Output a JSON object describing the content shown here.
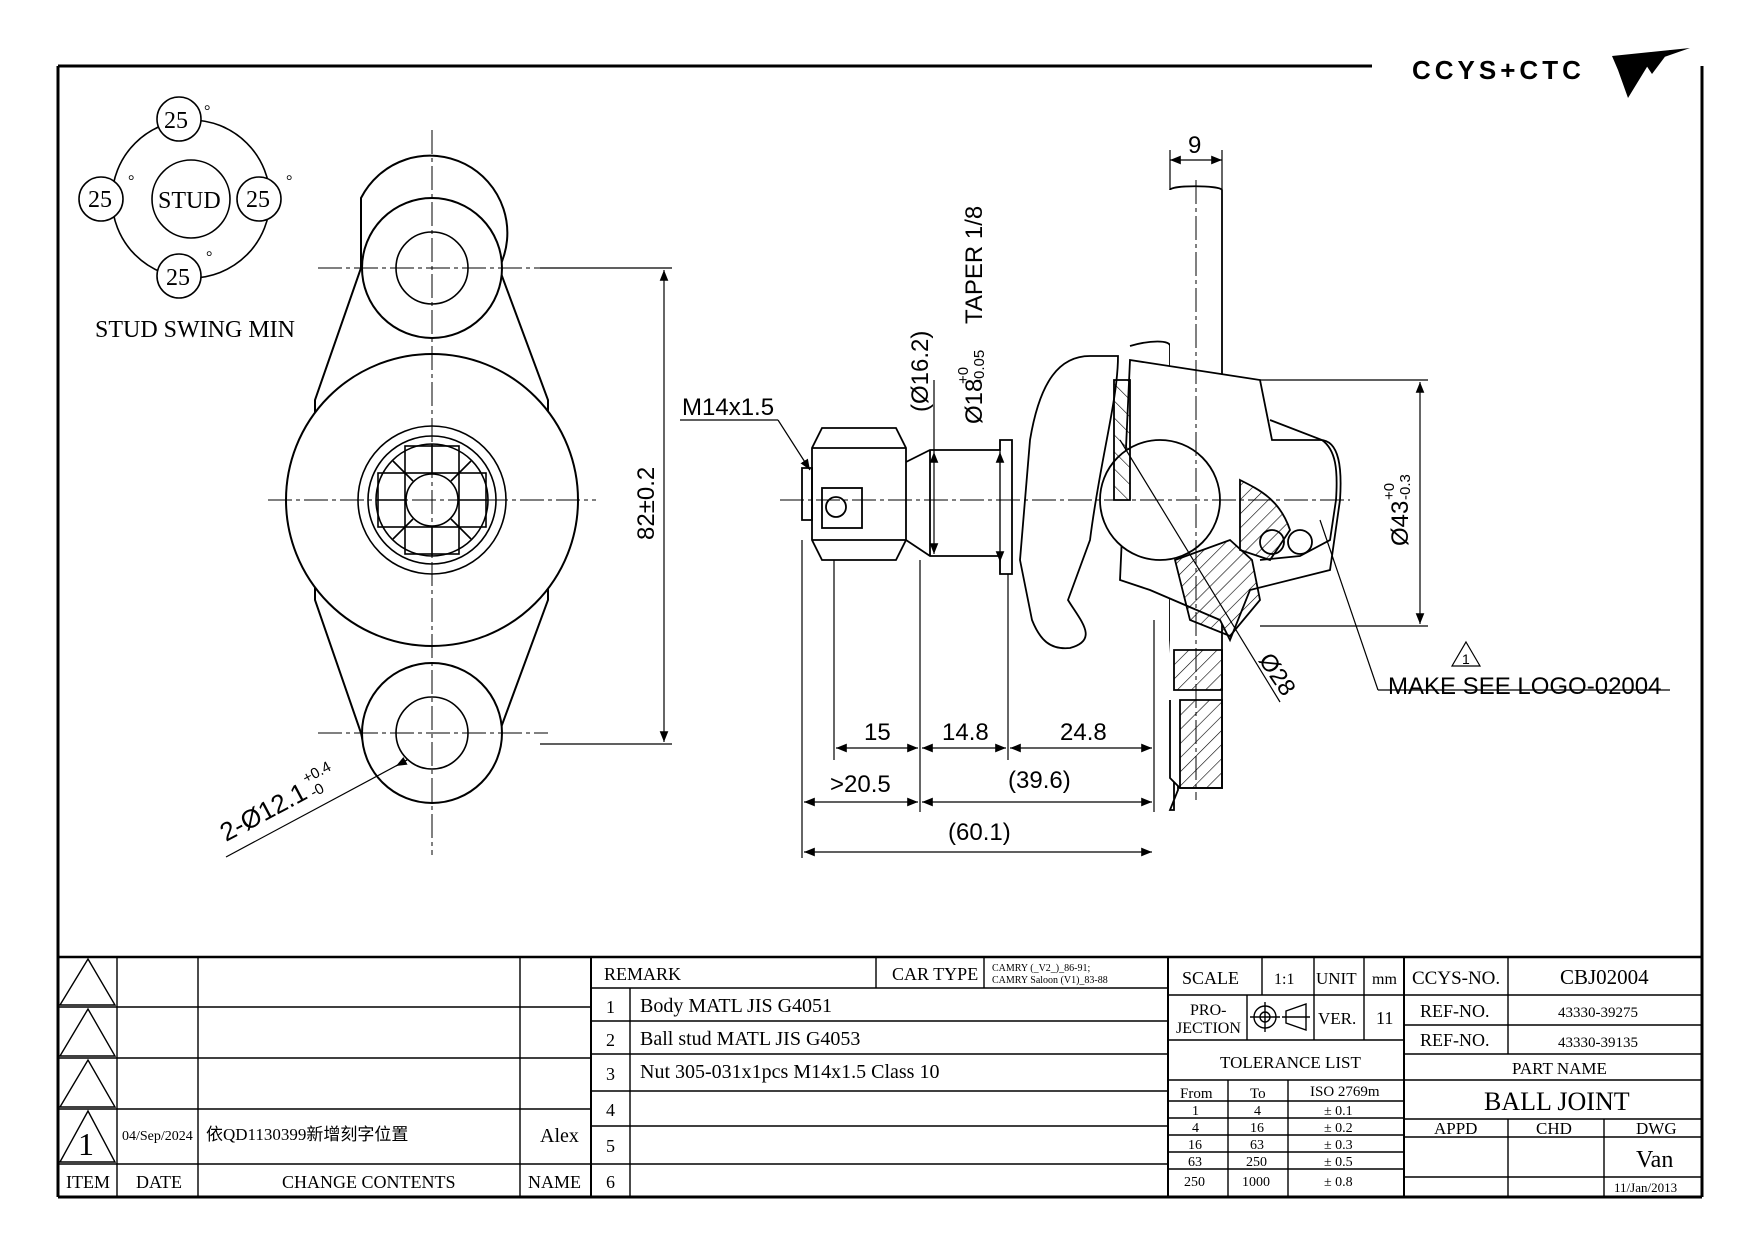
{
  "logo": {
    "text": "CCYS+CTC"
  },
  "swing": {
    "top": "25",
    "left": "25",
    "right": "25",
    "bottom": "25",
    "degree": "°",
    "center": "STUD",
    "caption": "STUD SWING MIN"
  },
  "dims": {
    "hole": "2-Ø12.1",
    "hole_tol_upper": "+0.4",
    "hole_tol_lower": "-0",
    "height": "82±0.2",
    "thread": "M14x1.5",
    "d16": "(Ø16.2)",
    "d18": "Ø18",
    "d18_tol_upper": "+0",
    "d18_tol_lower": "-0.05",
    "taper": "TAPER 1/8",
    "top9": "9",
    "d43": "Ø43",
    "d43_tol_upper": "+0",
    "d43_tol_lower": "-0.3",
    "d28": "Ø28",
    "d15": "15",
    "d14_8": "14.8",
    "d24_8": "24.8",
    "d20_5": ">20.5",
    "d39_6": "(39.6)",
    "d60_1": "(60.1)",
    "logo_note_marker": "1",
    "logo_note": "MAKE SEE LOGO-02004"
  },
  "revisions": {
    "header": {
      "item": "ITEM",
      "date": "DATE",
      "change": "CHANGE CONTENTS",
      "name": "NAME"
    },
    "entry": {
      "item": "1",
      "date": "04/Sep/2024",
      "change": "依QD1130399新增刻字位置",
      "name": "Alex"
    }
  },
  "remarks": {
    "header": "REMARK",
    "car_type_label": "CAR TYPE",
    "car_type_line1": "CAMRY (_V2_)_86-91;",
    "car_type_line2": "CAMRY Saloon (V1)_83-88",
    "rows": [
      {
        "n": "1",
        "text": "Body MATL JIS G4051"
      },
      {
        "n": "2",
        "text": "Ball stud MATL JIS G4053"
      },
      {
        "n": "3",
        "text": "Nut 305-031x1pcs M14x1.5 Class 10"
      },
      {
        "n": "4",
        "text": ""
      },
      {
        "n": "5",
        "text": ""
      },
      {
        "n": "6",
        "text": ""
      }
    ]
  },
  "spec": {
    "scale_label": "SCALE",
    "scale": "1:1",
    "unit_label": "UNIT",
    "unit": "mm",
    "projection_line1": "PRO-",
    "projection_line2": "JECTION",
    "ver_label": "VER.",
    "ver": "11",
    "tolerance_title": "TOLERANCE LIST",
    "tol_header": {
      "from": "From",
      "to": "To",
      "iso": "ISO 2769m"
    },
    "tolerances": [
      {
        "from": "1",
        "to": "4",
        "tol": "± 0.1"
      },
      {
        "from": "4",
        "to": "16",
        "tol": "± 0.2"
      },
      {
        "from": "16",
        "to": "63",
        "tol": "± 0.3"
      },
      {
        "from": "63",
        "to": "250",
        "tol": "± 0.5"
      },
      {
        "from": "250",
        "to": "1000",
        "tol": "± 0.8"
      }
    ]
  },
  "part": {
    "ccys_label": "CCYS-NO.",
    "ccys_no": "CBJ02004",
    "ref1_label": "REF-NO.",
    "ref1": "43330-39275",
    "ref2_label": "REF-NO.",
    "ref2": "43330-39135",
    "name_label": "PART NAME",
    "name": "BALL JOINT",
    "appd_label": "APPD",
    "chd_label": "CHD",
    "dwg_label": "DWG",
    "dwg": "Van",
    "dwg_date": "11/Jan/2013"
  }
}
